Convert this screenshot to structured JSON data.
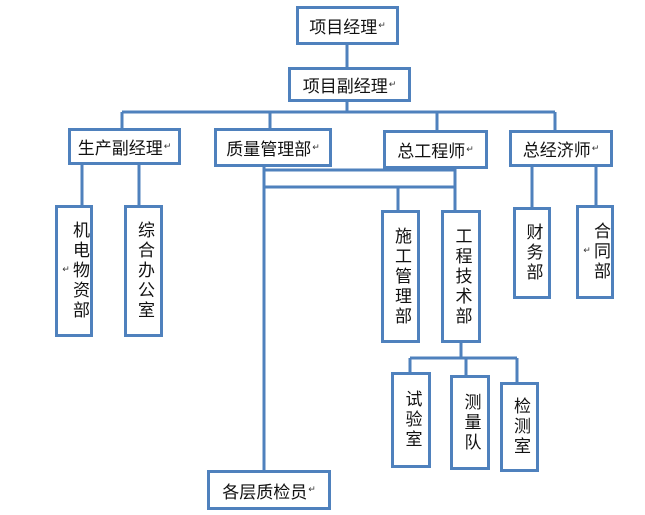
{
  "colors": {
    "line": "#4f81bd",
    "box_border": "#4f81bd"
  },
  "nodes": {
    "pm": "项目经理",
    "deputy_pm": "项目副经理",
    "prod_deputy": "生产副经理",
    "quality_dept": "质量管理部",
    "chief_engineer": "总工程师",
    "chief_economist": "总经济师",
    "mech_dept": "机电物资部",
    "general_office": "综合办公室",
    "construction_dept": "施工管理部",
    "engineering_dept": "工程技术部",
    "finance_dept": "财务部",
    "contract_dept": "合同部",
    "test_lab": "试验室",
    "survey_team": "测量队",
    "inspection_lab": "检测室",
    "inspectors": "各层质检员"
  },
  "paragraph_mark": "↵"
}
